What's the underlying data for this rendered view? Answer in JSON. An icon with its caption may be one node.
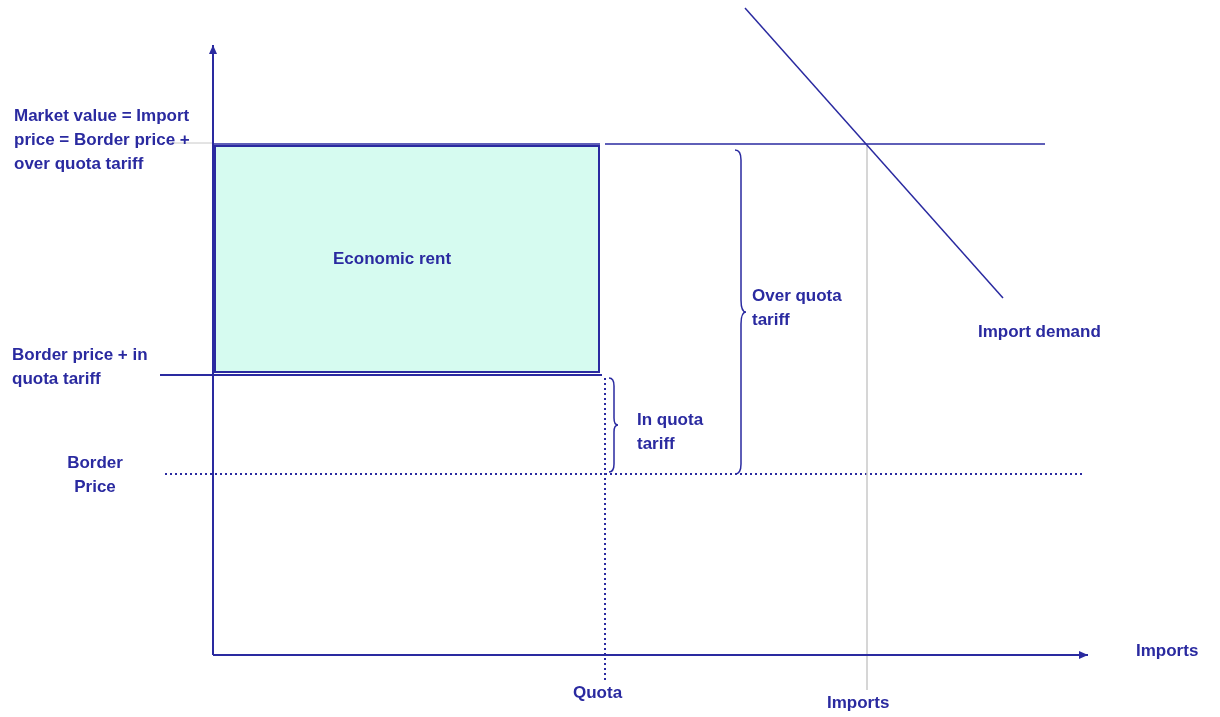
{
  "diagram": {
    "nodes": [
      {
        "text": [
          "Economic rent"
        ]
      }
    ],
    "labels": [
      "Market value = Import price = Border price + over quota tariff",
      "Over quota tariff",
      "Import demand",
      "Border price + in quota tariff",
      "In quota tariff",
      "Border Price",
      "Imports",
      "Quota",
      "Imports"
    ]
  }
}
